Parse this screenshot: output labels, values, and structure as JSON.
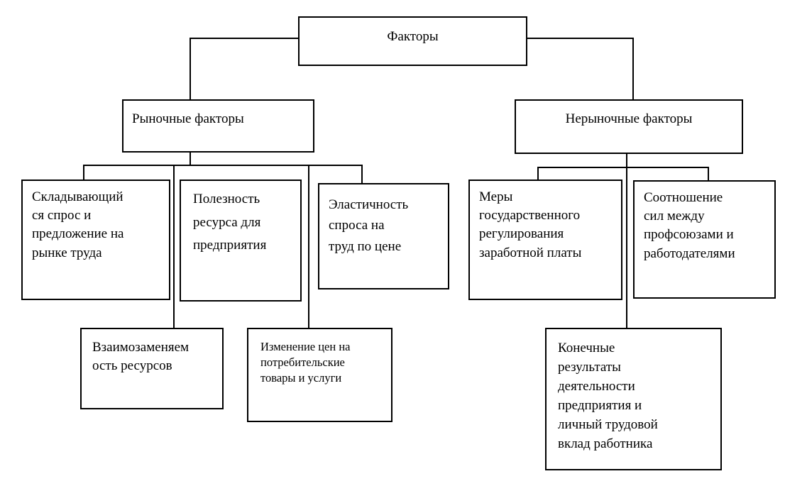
{
  "diagram": {
    "title": "Факторы",
    "colors": {
      "line": "#000000",
      "text": "#000000",
      "background": "#ffffff"
    },
    "nodes": {
      "factors": {
        "label": "Факторы"
      },
      "market": {
        "label": "Рыночные факторы"
      },
      "nonmarket": {
        "label": "Нерыночные факторы"
      },
      "supply_demand": {
        "label": "Складывающий\nся спрос и\nпредложение на\nрынке труда"
      },
      "usefulness": {
        "label": "Полезность\nресурса для\nпредприятия"
      },
      "elasticity": {
        "label": "Эластичность\nспроса на\nтруд по цене"
      },
      "state_regulation": {
        "label": "Меры\nгосударственного\nрегулирования\nзаработной платы"
      },
      "unions_employers": {
        "label": "Соотношение\nсил между\nпрофсоюзами и\nработодателями"
      },
      "substitutability": {
        "label": "Взаимозаменяем\nость ресурсов"
      },
      "consumer_prices": {
        "label": "Изменение цен на\nпотребительские\nтовары и услуги"
      },
      "final_results": {
        "label": "Конечные\nрезультаты\nдеятельности\nпредприятия и\nличный трудовой\nвклад работника"
      }
    },
    "edges": [
      {
        "from": "factors",
        "to": "market"
      },
      {
        "from": "factors",
        "to": "nonmarket"
      },
      {
        "from": "market",
        "to": "supply_demand"
      },
      {
        "from": "market",
        "to": "usefulness"
      },
      {
        "from": "market",
        "to": "elasticity"
      },
      {
        "from": "market",
        "to": "substitutability"
      },
      {
        "from": "market",
        "to": "consumer_prices"
      },
      {
        "from": "nonmarket",
        "to": "state_regulation"
      },
      {
        "from": "nonmarket",
        "to": "unions_employers"
      },
      {
        "from": "nonmarket",
        "to": "final_results"
      }
    ]
  }
}
